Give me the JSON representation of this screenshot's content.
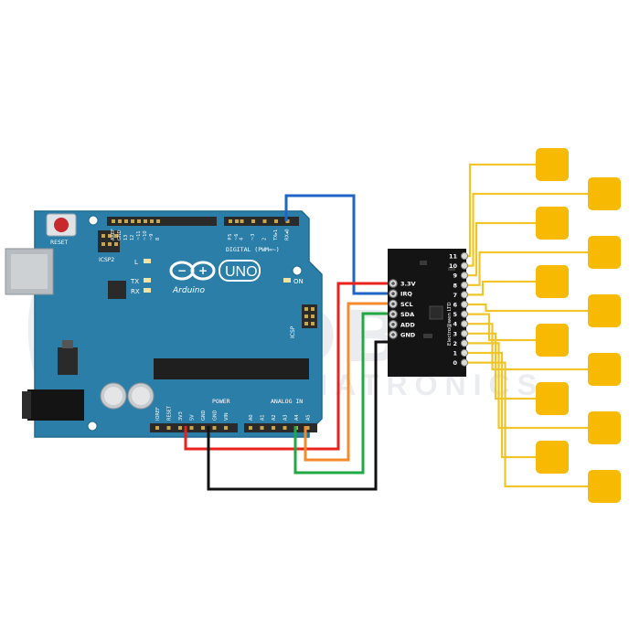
{
  "watermark": {
    "brand_top": "ROBU",
    "brand_bottom": "MECHATRONICS"
  },
  "arduino": {
    "model": "UNO",
    "brand": "Arduino",
    "reset_label": "RESET",
    "icsp2_label": "ICSP2",
    "icsp_label": "ICSP",
    "led_l": "L",
    "led_tx": "TX",
    "led_rx": "RX",
    "led_on": "ON",
    "digital_label": "DIGITAL (PWM=~)",
    "power_label": "POWER",
    "analog_label": "ANALOG IN",
    "digital_pins": [
      "AREF",
      "GND",
      "13",
      "12",
      "~11",
      "~10",
      "~9",
      "8",
      "7",
      "~6",
      "~5",
      "4",
      "~3",
      "2",
      "TX▸1",
      "RX◂0"
    ],
    "power_pins": [
      "IOREF",
      "RESET",
      "3V3",
      "5V",
      "GND",
      "GND",
      "VIN"
    ],
    "analog_pins": [
      "A0",
      "A1",
      "A2",
      "A3",
      "A4",
      "A5"
    ]
  },
  "module": {
    "brand": "Electro@wen LTD",
    "left_pins": [
      "3.3V",
      "IRQ",
      "SCL",
      "SDA",
      "ADD",
      "GND"
    ],
    "right_pins": [
      "11",
      "10",
      "9",
      "8",
      "7",
      "6",
      "5",
      "4",
      "3",
      "2",
      "1",
      "0"
    ]
  },
  "colors": {
    "board": "#2b7ea8",
    "board_edge": "#1f6a91",
    "header": "#2a2a2a",
    "module": "#141414",
    "pad": "#f7b901",
    "pad_line": "#f0c52a",
    "wire_blue": "#1f66c4",
    "wire_red": "#e8221d",
    "wire_orange": "#f38b2c",
    "wire_green": "#20a942",
    "wire_black": "#111111"
  }
}
